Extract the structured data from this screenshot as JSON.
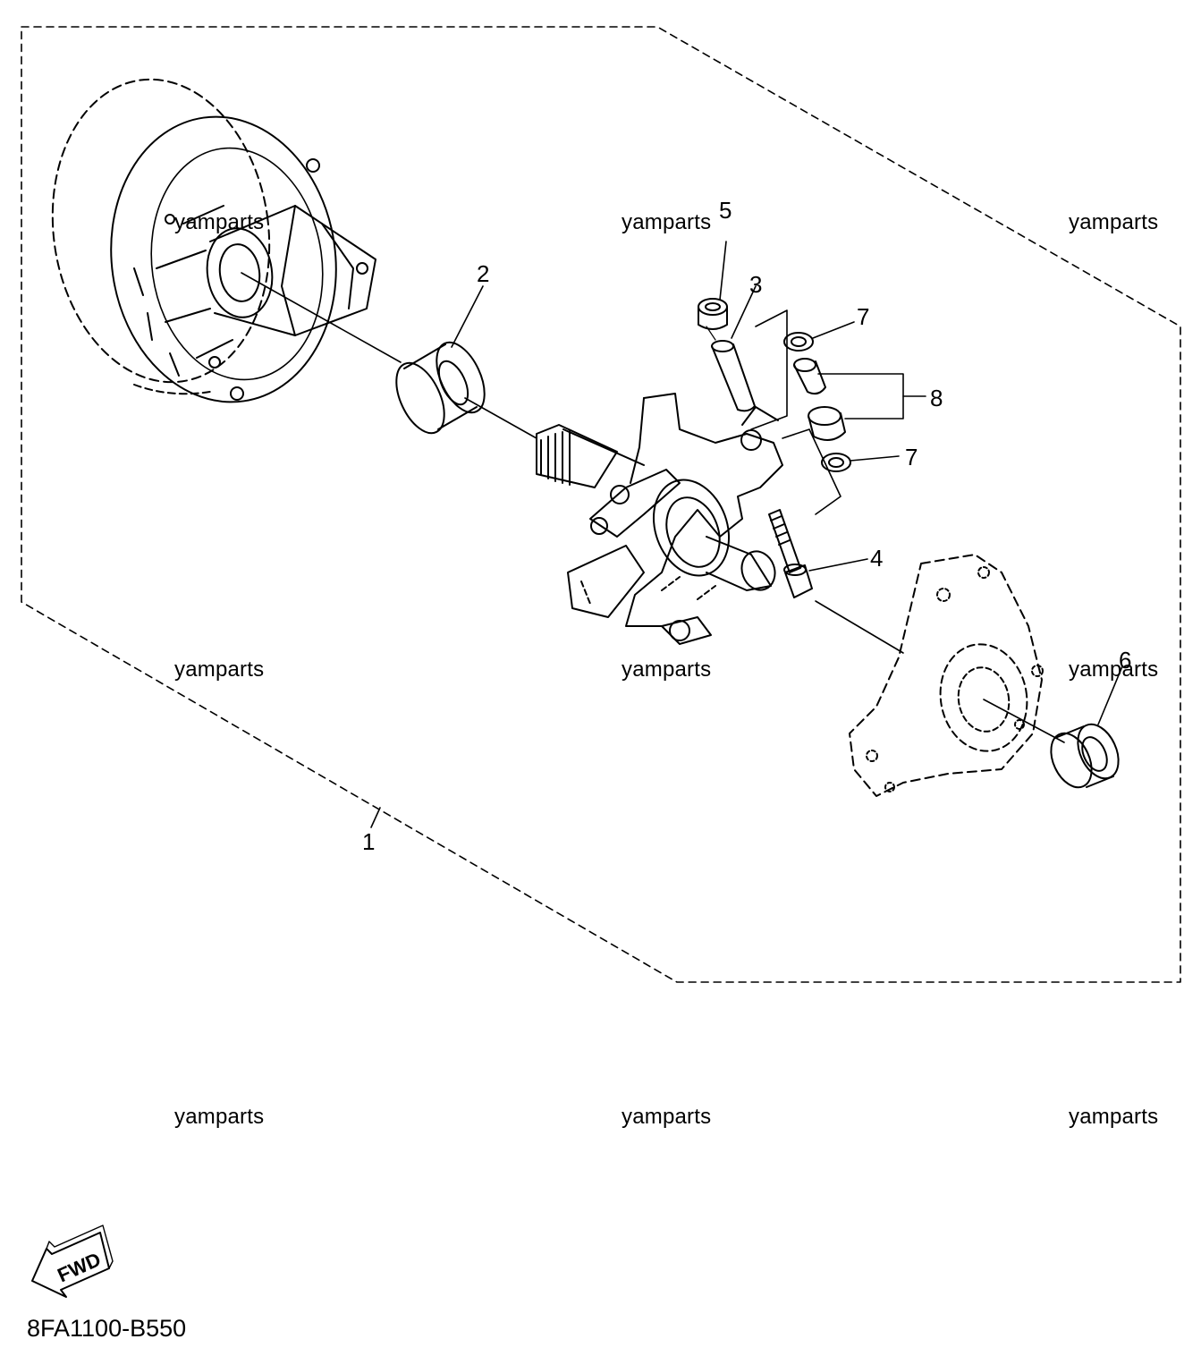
{
  "watermarks": [
    {
      "text": "yamparts"
    },
    {
      "text": "yamparts"
    },
    {
      "text": "yamparts"
    },
    {
      "text": "yamparts"
    },
    {
      "text": "yamparts"
    },
    {
      "text": "yamparts"
    },
    {
      "text": "yamparts"
    },
    {
      "text": "yamparts"
    },
    {
      "text": "yamparts"
    }
  ],
  "callouts": {
    "c1": "1",
    "c2": "2",
    "c3": "3",
    "c4": "4",
    "c5": "5",
    "c6": "6",
    "c7a": "7",
    "c7b": "7",
    "c8": "8"
  },
  "fwd_label": "FWD",
  "diagram_code": "8FA1100-B550"
}
